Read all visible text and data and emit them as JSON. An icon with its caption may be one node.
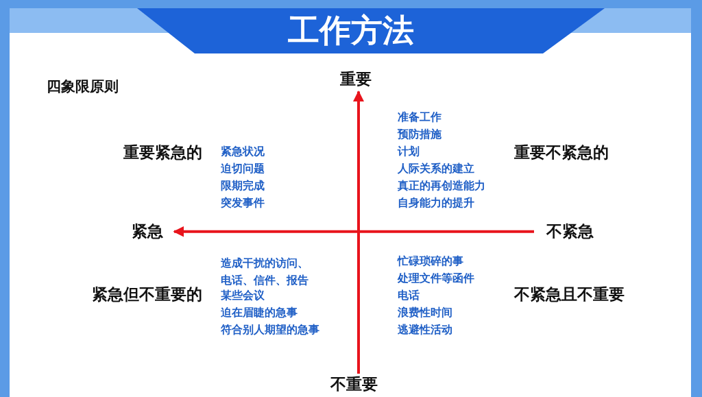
{
  "diagram": {
    "title": "工作方法",
    "nodes": [
      {
        "text": [
          "重要"
        ]
      },
      {
        "text": [
          "不重要"
        ]
      },
      {
        "text": [
          "紧急"
        ]
      },
      {
        "text": [
          "不紧急"
        ]
      }
    ],
    "edges": [
      {
        "from": 1,
        "to": 0,
        "arrow": "to"
      },
      {
        "from": 3,
        "to": 2,
        "arrow": "to"
      }
    ],
    "labels": [
      "四象限原则",
      "重要紧急的",
      "紧急状况",
      "迫切问题",
      "限期完成",
      "突发事件",
      "准备工作",
      "预防措施",
      "计划",
      "人际关系的建立",
      "真正的再创造能力",
      "自身能力的提升",
      "重要不紧急的",
      "紧急但不重要的",
      "造成干扰的访问、电话、信件、报告",
      "某些会议",
      "迫在眉睫的急事",
      "符合别人期望的急事",
      "忙碌琐碎的事",
      "处理文件等函件",
      "电话",
      "浪费性时间",
      "逃避性活动",
      "不紧急且不重要"
    ]
  }
}
